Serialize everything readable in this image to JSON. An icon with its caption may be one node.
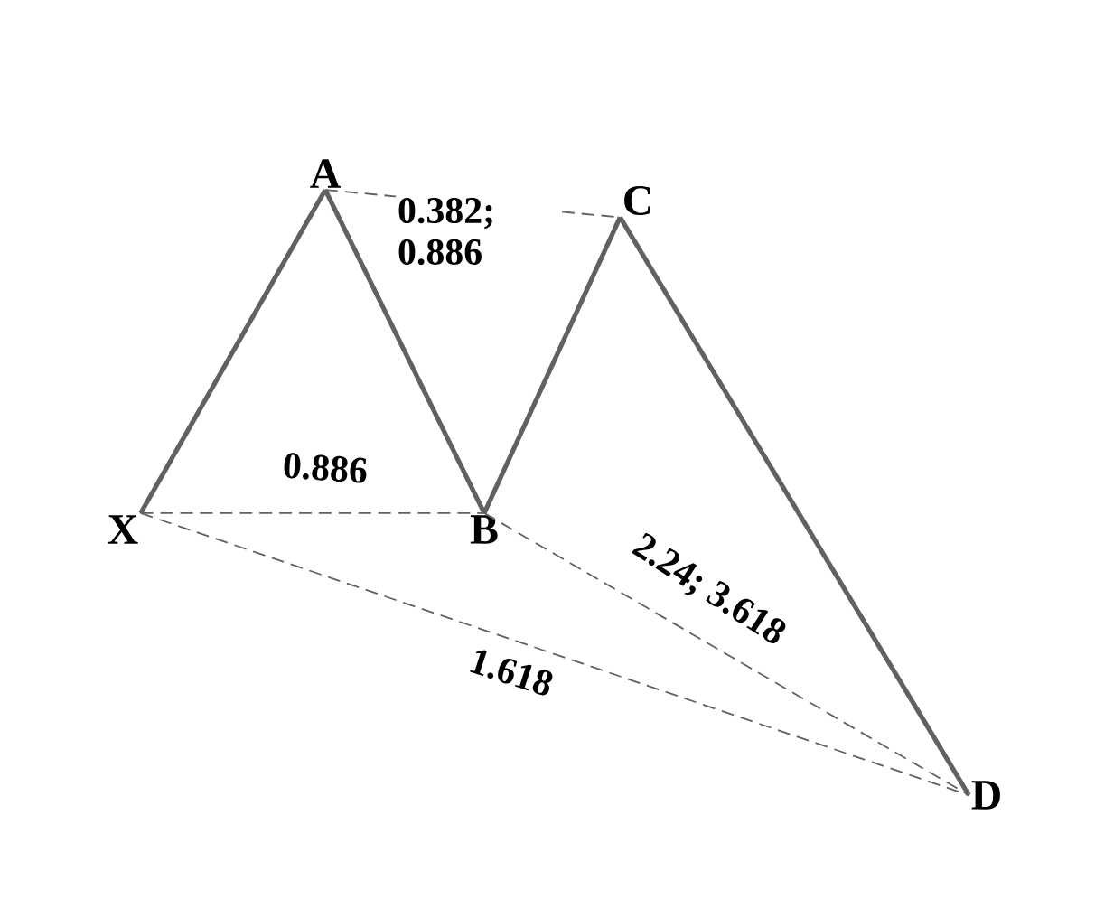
{
  "diagram": {
    "nodes": [
      {
        "text": [
          "X"
        ]
      },
      {
        "text": [
          "A"
        ]
      },
      {
        "text": [
          "B"
        ]
      },
      {
        "text": [
          "C"
        ]
      },
      {
        "text": [
          "D"
        ]
      }
    ],
    "edges": [
      {
        "from": 0,
        "to": 1,
        "arrow": "none",
        "style": "thick"
      },
      {
        "from": 1,
        "to": 2,
        "arrow": "none",
        "style": "thick"
      },
      {
        "from": 2,
        "to": 3,
        "arrow": "none",
        "style": "thick"
      },
      {
        "from": 3,
        "to": 4,
        "arrow": "none",
        "style": "thick"
      },
      {
        "from": 1,
        "to": 3,
        "arrow": "none",
        "style": "dashed",
        "label": "0.382; 0.886"
      },
      {
        "from": 0,
        "to": 2,
        "arrow": "none",
        "style": "dashed",
        "label": "0.886"
      },
      {
        "from": 2,
        "to": 4,
        "arrow": "none",
        "style": "dashed",
        "label": "2.24; 3.618"
      },
      {
        "from": 0,
        "to": 4,
        "arrow": "none",
        "style": "dashed",
        "label": "1.618"
      }
    ]
  }
}
